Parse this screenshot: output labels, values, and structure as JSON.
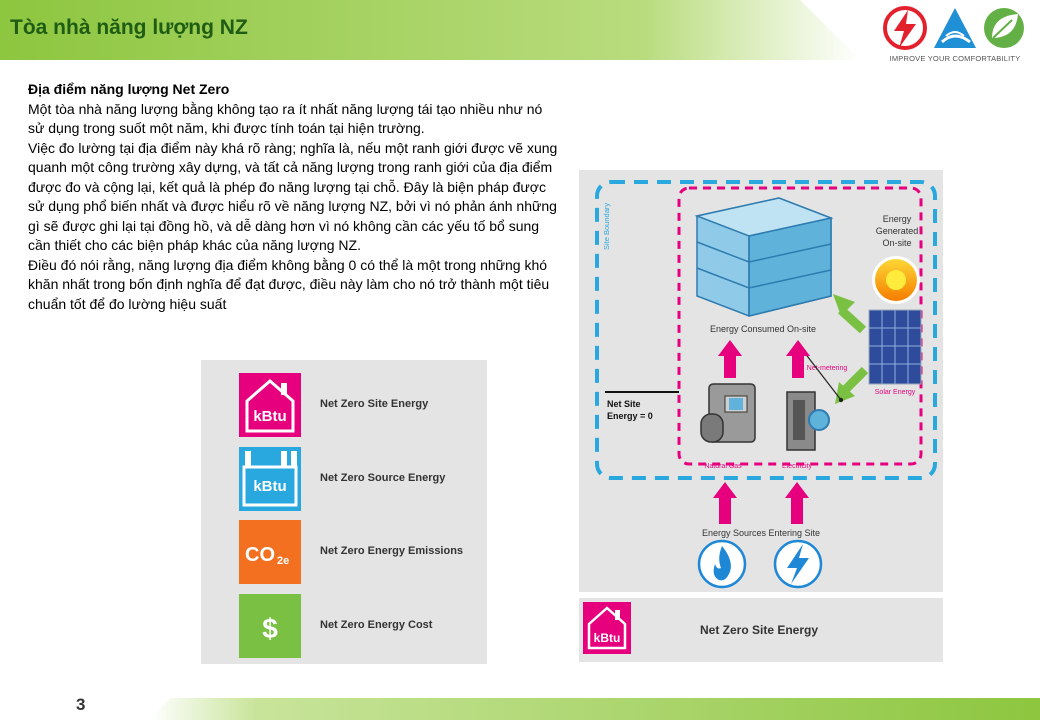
{
  "slide": {
    "title": "Tòa nhà năng lượng NZ",
    "page_number": "3",
    "colors": {
      "accent_green": "#8dc63f",
      "title_green": "#1f5c14",
      "magenta": "#e6007e",
      "blue": "#29a8e0",
      "orange": "#f37021",
      "green_tile": "#7ac143"
    }
  },
  "logo": {
    "tagline": "IMPROVE YOUR COMFORTABILITY",
    "icons": [
      "lightning-icon",
      "water-drop-icon",
      "leaf-icon"
    ]
  },
  "body": {
    "heading": "Địa điểm năng lượng Net Zero",
    "paragraphs": [
      "Một tòa nhà năng lượng bằng không tạo ra ít nhất năng lượng tái tạo nhiều như nó sử dụng trong suốt một năm, khi được tính toán tại hiện trường.",
      "Việc đo lường tại địa điểm này khá rõ ràng; nghĩa là, nếu một ranh giới được vẽ xung quanh một công trường xây dựng, và tất cả năng lượng trong ranh giới của địa điểm được đo và cộng lại, kết quả là phép đo năng lượng tại chỗ. Đây là biện pháp được sử dụng phổ biến nhất và được hiểu rõ về năng lượng NZ, bởi vì nó phản ánh những gì sẽ được ghi lại tại đồng hồ, và dễ dàng hơn vì nó không cần các yếu tố bổ sung cần thiết cho các biện pháp khác của năng lượng NZ.",
      "Điều đó nói rằng, năng lượng địa điểm không bằng 0 có thể là một trong những khó khăn nhất trong bốn định nghĩa để đạt được, điều này làm cho nó trở thành một tiêu chuẩn tốt để đo lường hiệu suất"
    ]
  },
  "legend": [
    {
      "icon": "kbtu-house-icon",
      "tile_text": "kBtu",
      "label": "Net Zero Site Energy",
      "color": "#e6007e"
    },
    {
      "icon": "kbtu-factory-icon",
      "tile_text": "kBtu",
      "label": "Net Zero Source Energy",
      "color": "#29a8e0"
    },
    {
      "icon": "co2-icon",
      "tile_text": "CO",
      "tile_sub": "2e",
      "label": "Net Zero Energy Emissions",
      "color": "#f37021"
    },
    {
      "icon": "dollar-icon",
      "tile_text": "$",
      "label": "Net Zero Energy Cost",
      "color": "#7ac143"
    }
  ],
  "diagram": {
    "site_boundary": "Site Boundary",
    "energy_generated": [
      "Energy",
      "Generated",
      "On-site"
    ],
    "energy_consumed": "Energy Consumed On-site",
    "net_metering": "Net-metering",
    "net_site": [
      "Net Site",
      "Energy = 0"
    ],
    "natural_gas": "Natural Gas",
    "electricity": "Electricity",
    "solar_energy": "Solar Energy",
    "energy_sources": "Energy Sources Entering Site",
    "caption": "Net Zero Site Energy",
    "caption_tile_text": "kBtu"
  }
}
